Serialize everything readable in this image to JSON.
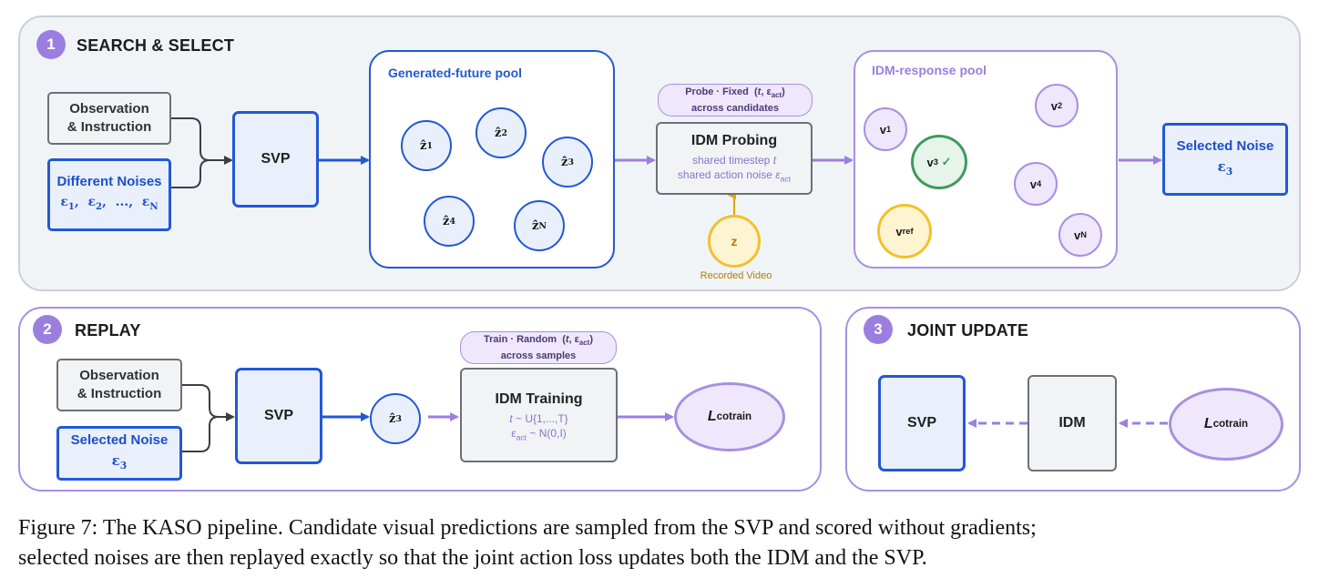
{
  "step1": {
    "number": "1",
    "title": "SEARCH & SELECT"
  },
  "step2": {
    "number": "2",
    "title": "REPLAY"
  },
  "step3": {
    "number": "3",
    "title": "JOINT UPDATE"
  },
  "obs1": {
    "line1": "Observation",
    "line2": "& Instruction"
  },
  "noises": {
    "title": "Different Noises",
    "list": "ε₁,  ε₂,  ...,  ε_N"
  },
  "svp1": "SVP",
  "gen_pool": {
    "title": "Generated-future pool",
    "items": [
      "ẑ1",
      "ẑ2",
      "ẑ3",
      "ẑ4",
      "ẑN"
    ]
  },
  "probe_pill": {
    "line1": "Probe · Fixed  (t, ε_act)",
    "line2": "across candidates"
  },
  "idm_probing": {
    "title": "IDM Probing",
    "line1": "shared timestep t",
    "line2": "shared action noise ε_act"
  },
  "recorded": {
    "symbol": "z",
    "label": "Recorded Video"
  },
  "idm_pool": {
    "title": "IDM-response pool",
    "items": [
      "v1",
      "v2",
      "v3 ✓",
      "v4",
      "vN",
      "vref"
    ]
  },
  "selected1": {
    "title": "Selected Noise",
    "symbol": "ε₃"
  },
  "obs2": {
    "line1": "Observation",
    "line2": "& Instruction"
  },
  "selected2": {
    "title": "Selected Noise",
    "symbol": "ε₃"
  },
  "svp2": "SVP",
  "z3": "ẑ3",
  "train_pill": {
    "line1": "Train · Random  (t, ε_act)",
    "line2": "across samples"
  },
  "idm_training": {
    "title": "IDM Training",
    "line1": "t ~ U{1,...,T}",
    "line2": "ε_act ~ N(0,I)"
  },
  "loss": {
    "symbol": "L",
    "subscript": "cotrain"
  },
  "joint": {
    "svp": "SVP",
    "idm": "IDM",
    "loss_symbol": "L",
    "loss_subscript": "cotrain"
  },
  "caption": {
    "line1": "Figure 7: The KASO pipeline. Candidate visual predictions are sampled from the SVP and scored without gradients;",
    "line2": "selected noises are then replayed exactly so that the joint action loss updates both the IDM and the SVP."
  },
  "colors": {
    "blue": "#2258d6",
    "purple": "#9b7fe0",
    "green": "#3f9a5e",
    "gold": "#f2c12e",
    "grey": "#6b7078"
  }
}
